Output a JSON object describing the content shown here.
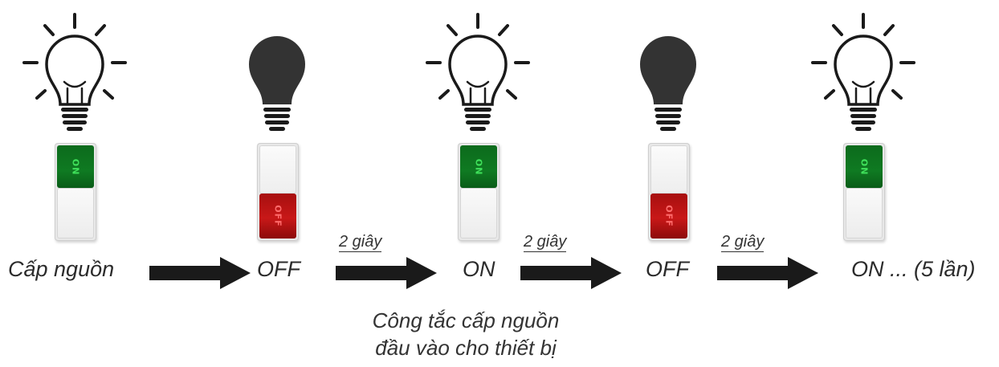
{
  "stages": [
    {
      "bulb": "lit",
      "switch": "on",
      "label": "Cấp nguồn"
    },
    {
      "bulb": "unlit",
      "switch": "off",
      "label": "OFF"
    },
    {
      "bulb": "lit",
      "switch": "on",
      "label": "ON"
    },
    {
      "bulb": "unlit",
      "switch": "off",
      "label": "OFF"
    },
    {
      "bulb": "lit",
      "switch": "on",
      "label": "ON ... (5 lần)"
    }
  ],
  "switch_text": {
    "on": "ON",
    "off": "OFF"
  },
  "delays": [
    "2 giây",
    "2 giây",
    "2 giây"
  ],
  "caption": {
    "line1": "Công tắc cấp nguồn",
    "line2": "đầu vào cho thiết bị"
  },
  "colors": {
    "on_green": "#0f7a22",
    "on_text": "#3fe05a",
    "off_red": "#c81818",
    "off_text": "#ff6b6b",
    "bulb_dark": "#333333",
    "arrow": "#1a1a1a"
  }
}
